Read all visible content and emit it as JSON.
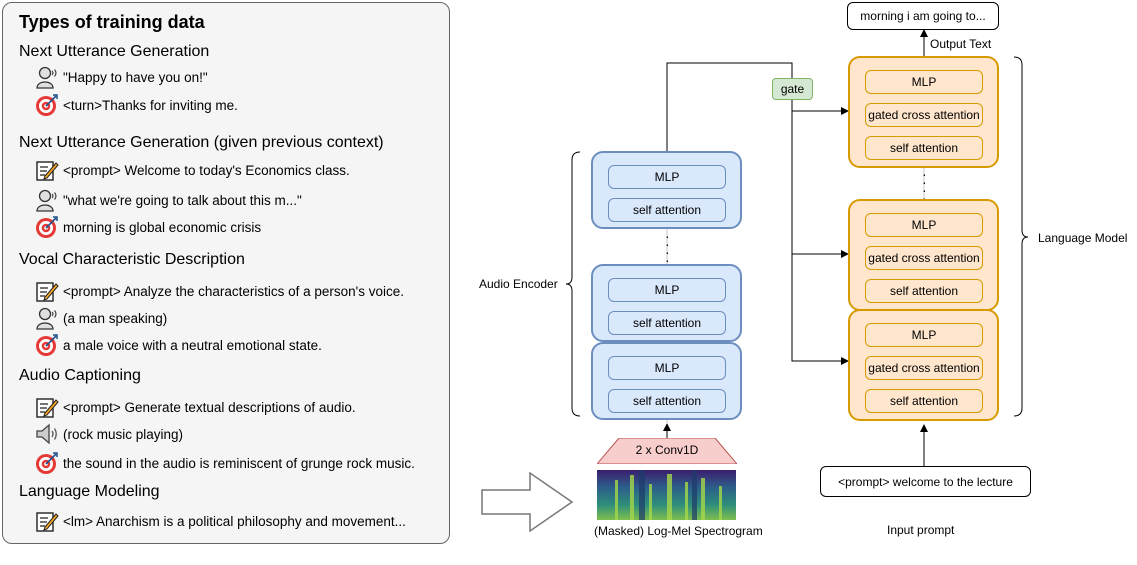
{
  "panel": {
    "title": "Types of training data",
    "sections": [
      {
        "title": "Next Utterance Generation",
        "rows": [
          {
            "icon": "speaker-person-icon",
            "text": "\"Happy to have you on!\""
          },
          {
            "icon": "target-icon",
            "text": "<turn>Thanks for inviting me."
          }
        ]
      },
      {
        "title": "Next Utterance Generation (given previous context)",
        "rows": [
          {
            "icon": "prompt-edit-icon",
            "text": "<prompt> Welcome to today's Economics class."
          },
          {
            "icon": "speaker-person-icon",
            "text": "\"what we're going to talk about this m...\""
          },
          {
            "icon": "target-icon",
            "text": "morning is global economic crisis"
          }
        ]
      },
      {
        "title": "Vocal Characteristic Description",
        "rows": [
          {
            "icon": "prompt-edit-icon",
            "text": "<prompt> Analyze the characteristics of a person's voice."
          },
          {
            "icon": "speaker-person-icon",
            "text": "(a man speaking)"
          },
          {
            "icon": "target-icon",
            "text": "a male voice with a neutral emotional state."
          }
        ]
      },
      {
        "title": "Audio Captioning",
        "rows": [
          {
            "icon": "prompt-edit-icon",
            "text": "<prompt> Generate textual descriptions of audio."
          },
          {
            "icon": "loudspeaker-icon",
            "text": "(rock music playing)"
          },
          {
            "icon": "target-icon",
            "text": "the sound in the audio is reminiscent of grunge rock music."
          }
        ]
      },
      {
        "title": "Language Modeling",
        "rows": [
          {
            "icon": "prompt-edit-icon",
            "text": "<lm> Anarchism is a political philosophy and movement..."
          }
        ]
      }
    ]
  },
  "diagram": {
    "audio_encoder_label": "Audio Encoder",
    "language_model_label": "Language Model",
    "encoder_layers": {
      "mlp": "MLP",
      "self_attention": "self attention"
    },
    "lm_layers": {
      "mlp": "MLP",
      "cross_attention": "gated cross attention",
      "self_attention": "self attention"
    },
    "gate": "gate",
    "conv": "2 x Conv1D",
    "spectrogram_label": "(Masked) Log-Mel Spectrogram",
    "output_box": "morning i am going to...",
    "output_label": "Output Text",
    "input_box": "<prompt> welcome to the lecture",
    "input_label": "Input prompt",
    "colors": {
      "encoder_fill": "#dae8fc",
      "encoder_stroke": "#6c8ebf",
      "lm_fill": "#ffe6cc",
      "lm_stroke": "#d79b00",
      "gate_fill": "#d5e8d4",
      "gate_stroke": "#82b366",
      "target_red": "#e53935"
    }
  }
}
